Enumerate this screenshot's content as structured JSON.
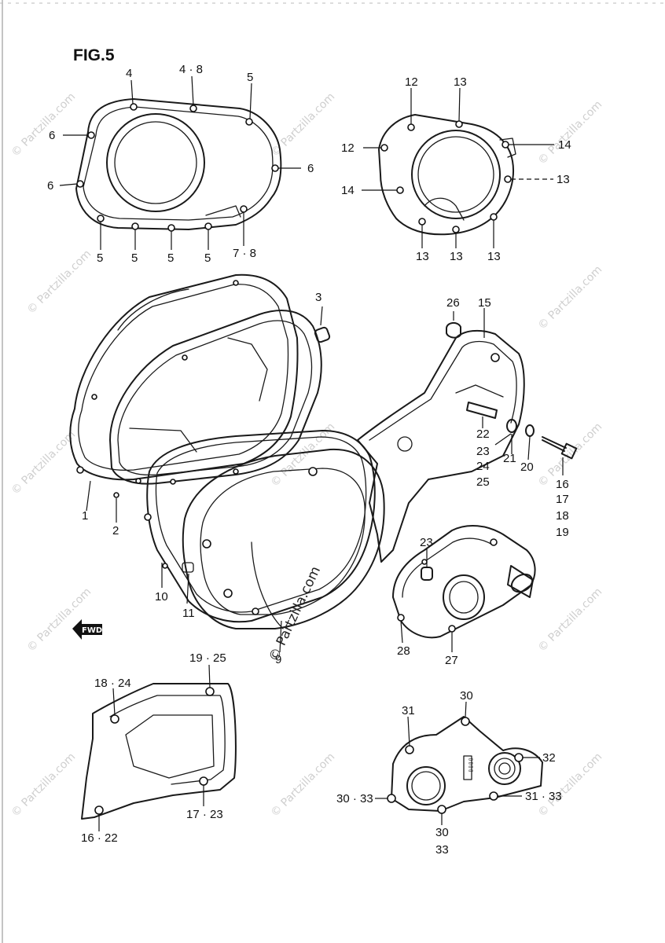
{
  "figure_title": "FIG.5",
  "watermark": "© Partzilla.com",
  "forward_arrow_label": "FWD",
  "part_labels": {
    "p4": "4",
    "p4_8": "4 · 8",
    "p5_top": "5",
    "p6_a": "6",
    "p6_b": "6",
    "p6_c": "6",
    "p5_a": "5",
    "p5_b": "5",
    "p5_c": "5",
    "p5_d": "5",
    "p7_8": "7 · 8",
    "p12_a": "12",
    "p13_a": "13",
    "p12_b": "12",
    "p14_a": "14",
    "p14_b": "14",
    "p13_b": "13",
    "p13_c": "13",
    "p13_d": "13",
    "p13_e": "13",
    "p3": "3",
    "p26": "26",
    "p15": "15",
    "p22": "22",
    "p23": "23",
    "p24": "24",
    "p25": "25",
    "p21": "21",
    "p20": "20",
    "p16": "16",
    "p17": "17",
    "p18": "18",
    "p19": "19",
    "p1": "1",
    "p2": "2",
    "p10": "10",
    "p11": "11",
    "p9": "9",
    "p23_b": "23",
    "p28": "28",
    "p27": "27",
    "p19_25": "19 · 25",
    "p18_24": "18 · 24",
    "p17_23": "17 · 23",
    "p16_22": "16 · 22",
    "p30_a": "30",
    "p31_a": "31",
    "p32": "32",
    "p30_33": "30 · 33",
    "p31_33": "31 · 33",
    "p30_b": "30",
    "p33": "33"
  }
}
